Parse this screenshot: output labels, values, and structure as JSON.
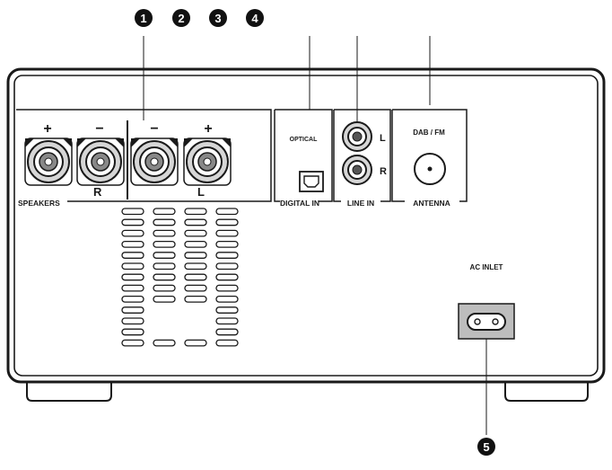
{
  "callouts": {
    "one": "1",
    "two": "2",
    "three": "3",
    "four": "4",
    "five": "5"
  },
  "labels": {
    "speakers": "SPEAKERS",
    "right_channel": "R",
    "left_channel": "L",
    "plus": "+",
    "minus": "−",
    "optical": "OPTICAL",
    "digital_in": "DIGITAL IN",
    "line_in_l": "L",
    "line_in_r": "R",
    "line_in": "LINE IN",
    "dab_fm": "DAB / FM",
    "antenna": "ANTENNA",
    "ac_inlet": "AC INLET"
  },
  "colors": {
    "outline": "#1a1a1a",
    "callout_fill": "#111111",
    "panel_fill": "#ffffff",
    "inlet_fill": "#bdbdbd",
    "terminal_fill": "#d6d6d6"
  }
}
